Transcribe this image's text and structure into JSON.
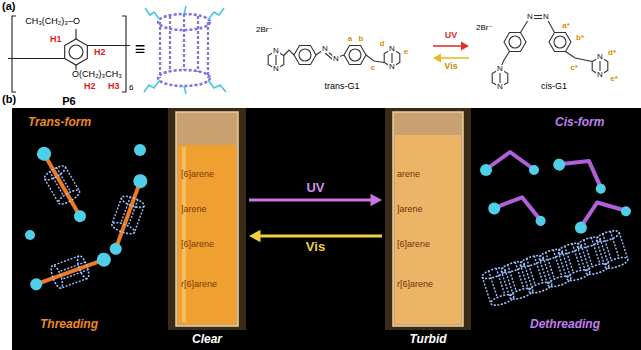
{
  "diagram": {
    "nodes": [
      {
        "text": [
          "trans-G1"
        ]
      },
      {
        "text": [
          "cis-G1"
        ]
      },
      {
        "text": [
          "Clear"
        ]
      },
      {
        "text": [
          "Turbid"
        ]
      }
    ],
    "edges": [
      {
        "from": 0,
        "to": 1,
        "label": "UV",
        "arrow": "to"
      },
      {
        "from": 1,
        "to": 0,
        "label": "Vis",
        "arrow": "to"
      },
      {
        "from": 2,
        "to": 3,
        "label": "UV",
        "arrow": "to"
      },
      {
        "from": 3,
        "to": 2,
        "label": "Vis",
        "arrow": "to"
      }
    ],
    "labels": [
      "(a)",
      "CH₃(CH₂)₃–O",
      "O(CH₂)₃CH₃",
      "H1",
      "H2",
      "H2",
      "H3",
      "6",
      "P6",
      "≡",
      "2Br⁻",
      "N",
      "N",
      "N",
      "N",
      "a",
      "b",
      "c",
      "d",
      "e",
      "N",
      "N",
      "2Br⁻",
      "N",
      "N",
      "N",
      "N",
      "a*",
      "b*",
      "c*",
      "d*",
      "e*",
      "N",
      "N",
      "(b)",
      "Trans-form",
      "Threading",
      "Cis-form",
      "Dethreading",
      "[6]arene",
      "]arene",
      "[6]arene",
      "r[6]arene",
      "arene",
      "]arene",
      "[6]arene",
      "r[6]arene"
    ]
  }
}
